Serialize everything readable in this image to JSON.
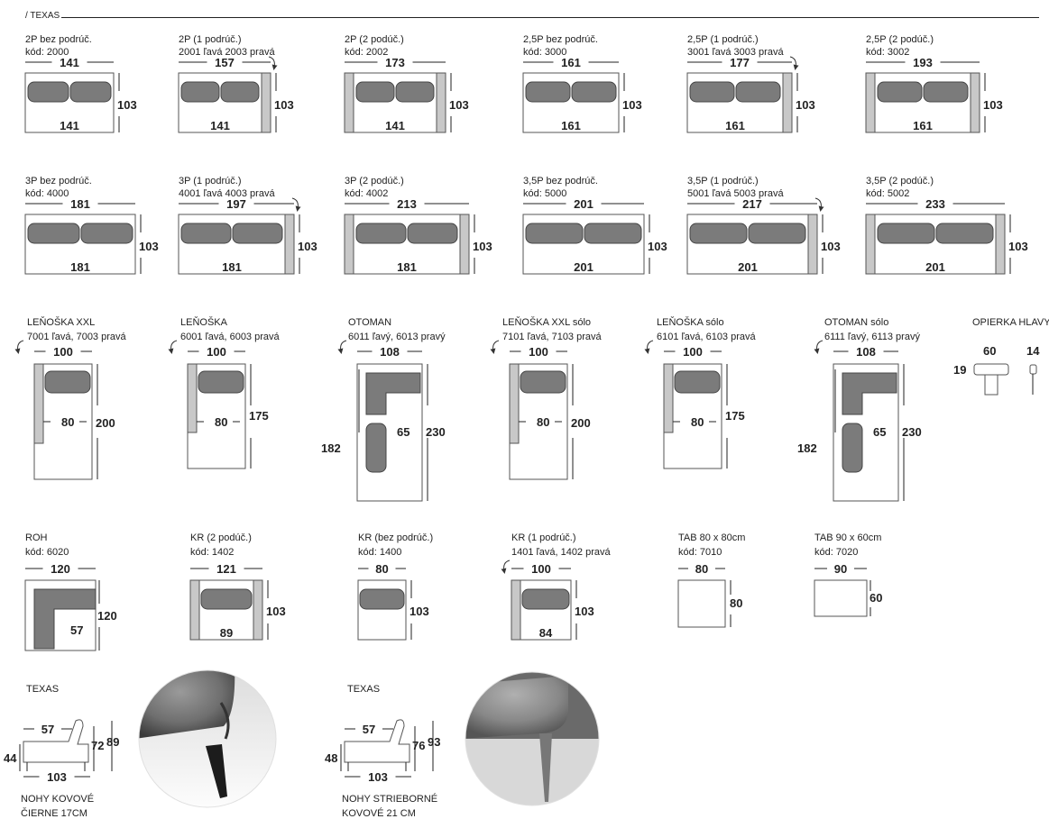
{
  "header": {
    "title": "/ TEXAS"
  },
  "row1": [
    {
      "l1": "2P bez podrúč.",
      "l2": "kód: 2000",
      "w": "141",
      "seat": "141",
      "d": "103",
      "arms": 0
    },
    {
      "l1": "2P (1 podrúč.)",
      "l2": "2001 ľavá   2003 pravá",
      "w": "157",
      "seat": "141",
      "d": "103",
      "arms": 1
    },
    {
      "l1": "2P (2 podúč.)",
      "l2": "kód: 2002",
      "w": "173",
      "seat": "141",
      "d": "103",
      "arms": 2
    },
    {
      "l1": "2,5P bez podrúč.",
      "l2": "kód: 3000",
      "w": "161",
      "seat": "161",
      "d": "103",
      "arms": 0
    },
    {
      "l1": "2,5P (1 podrúč.)",
      "l2": "3001 ľavá      3003 pravá",
      "w": "177",
      "seat": "161",
      "d": "103",
      "arms": 1
    },
    {
      "l1": "2,5P (2 podúč.)",
      "l2": "kód: 3002",
      "w": "193",
      "seat": "161",
      "d": "103",
      "arms": 2
    }
  ],
  "row2": [
    {
      "l1": "3P bez podrúč.",
      "l2": "kód: 4000",
      "w": "181",
      "seat": "181",
      "d": "103",
      "arms": 0
    },
    {
      "l1": "3P (1 podrúč.)",
      "l2": "4001 ľavá            4003 pravá",
      "w": "197",
      "seat": "181",
      "d": "103",
      "arms": 1
    },
    {
      "l1": "3P (2 podúč.)",
      "l2": "kód: 4002",
      "w": "213",
      "seat": "181",
      "d": "103",
      "arms": 2
    },
    {
      "l1": "3,5P bez podrúč.",
      "l2": "kód: 5000",
      "w": "201",
      "seat": "201",
      "d": "103",
      "arms": 0
    },
    {
      "l1": "3,5P (1 podrúč.)",
      "l2": "5001 ľavá             5003 pravá",
      "w": "217",
      "seat": "201",
      "d": "103",
      "arms": 1
    },
    {
      "l1": "3,5P (2 podúč.)",
      "l2": "kód: 5002",
      "w": "233",
      "seat": "201",
      "d": "103",
      "arms": 2
    }
  ],
  "chaises": [
    {
      "l1": "LEŇOŠKA XXL",
      "l2": "7001 ľavá, 7003 pravá",
      "w": "100",
      "inner": "80",
      "d": "200"
    },
    {
      "l1": "LEŇOŠKA",
      "l2": "6001 ľavá, 6003 pravá",
      "w": "100",
      "inner": "80",
      "d": "175"
    },
    {
      "l1": "OTOMAN",
      "l2": "6011 ľavý, 6013 pravý",
      "w": "108",
      "inner": "65",
      "d": "230",
      "left": "182"
    },
    {
      "l1": "LEŇOŠKA XXL sólo",
      "l2": "7101 ľavá, 7103 pravá",
      "w": "100",
      "inner": "80",
      "d": "200"
    },
    {
      "l1": "LEŇOŠKA sólo",
      "l2": "6101 ľavá, 6103 pravá",
      "w": "100",
      "inner": "80",
      "d": "175"
    },
    {
      "l1": "OTOMAN sólo",
      "l2": "6111 ľavý, 6113 pravý",
      "w": "108",
      "inner": "65",
      "d": "230",
      "left": "182"
    }
  ],
  "headrest": {
    "l1": "OPIERKA HLAVY",
    "w": "60",
    "depth": "14",
    "h": "19"
  },
  "row4": [
    {
      "l1": "ROH",
      "l2": "kód: 6020",
      "w": "120",
      "d": "120",
      "inner": "57"
    },
    {
      "l1": "KR (2 podúč.)",
      "l2": "kód: 1402",
      "w": "121",
      "seat": "89",
      "d": "103"
    },
    {
      "l1": "KR (bez podrúč.)",
      "l2": "kód: 1400",
      "w": "80",
      "d": "103"
    },
    {
      "l1": "KR (1 podrúč.)",
      "l2": "1401 ľavá, 1402 pravá",
      "w": "100",
      "seat": "84",
      "d": "103"
    },
    {
      "l1": "TAB 80 x 80cm",
      "l2": "kód: 7010",
      "w": "80",
      "d": "80"
    },
    {
      "l1": "TAB 90 x 60cm",
      "l2": "kód: 7020",
      "w": "90",
      "d": "60"
    }
  ],
  "legs": [
    {
      "title": "TEXAS",
      "seat_depth": "57",
      "width": "103",
      "leg_h": "44",
      "back_h": "72",
      "total_h": "89",
      "caption1": "NOHY KOVOVÉ",
      "caption2": "ČIERNE 17CM"
    },
    {
      "title": "TEXAS",
      "seat_depth": "57",
      "width": "103",
      "leg_h": "48",
      "back_h": "76",
      "total_h": "93",
      "caption1": "NOHY STRIEBORNÉ",
      "caption2": "KOVOVÉ 21 CM"
    }
  ]
}
